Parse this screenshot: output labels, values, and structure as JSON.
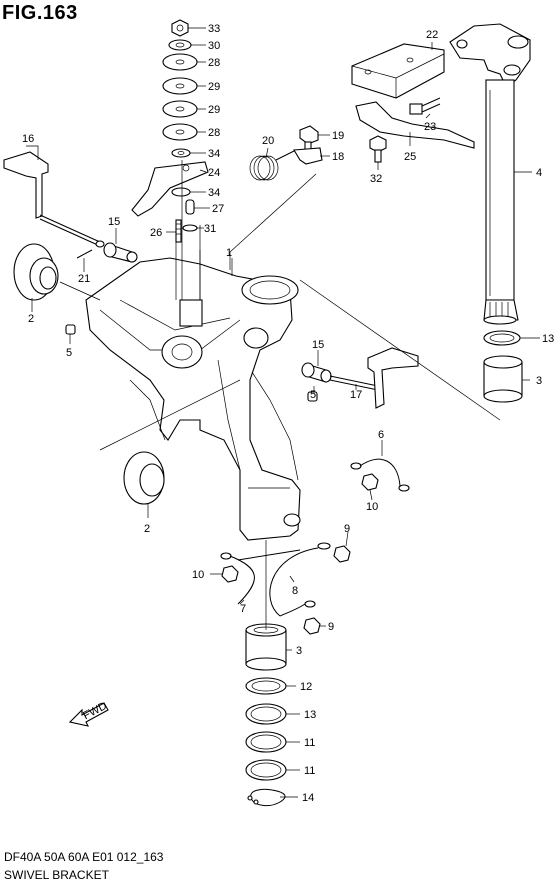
{
  "figure": {
    "title": "FIG.163",
    "footer_code": "DF40A 50A 60A E01 012_163",
    "footer_name": "SWIVEL BRACKET",
    "direction_label": "FWD"
  },
  "callouts": {
    "c33": "33",
    "c30": "30",
    "c28a": "28",
    "c29a": "29",
    "c29b": "29",
    "c28b": "28",
    "c34a": "34",
    "c24": "24",
    "c34b": "34",
    "c27": "27",
    "c31": "31",
    "c26": "26",
    "c16": "16",
    "c15a": "15",
    "c21": "21",
    "c2a": "2",
    "c5a": "5",
    "c1": "1",
    "c20": "20",
    "c19": "19",
    "c18": "18",
    "c22": "22",
    "c23": "23",
    "c25": "25",
    "c32": "32",
    "c4": "4",
    "c13a": "13",
    "c3a": "3",
    "c15b": "15",
    "c5b": "5",
    "c17": "17",
    "c6": "6",
    "c10a": "10",
    "c2b": "2",
    "c9a": "9",
    "c10b": "10",
    "c8": "8",
    "c7": "7",
    "c9b": "9",
    "c3b": "3",
    "c12": "12",
    "c13b": "13",
    "c11a": "11",
    "c11b": "11",
    "c14": "14"
  }
}
